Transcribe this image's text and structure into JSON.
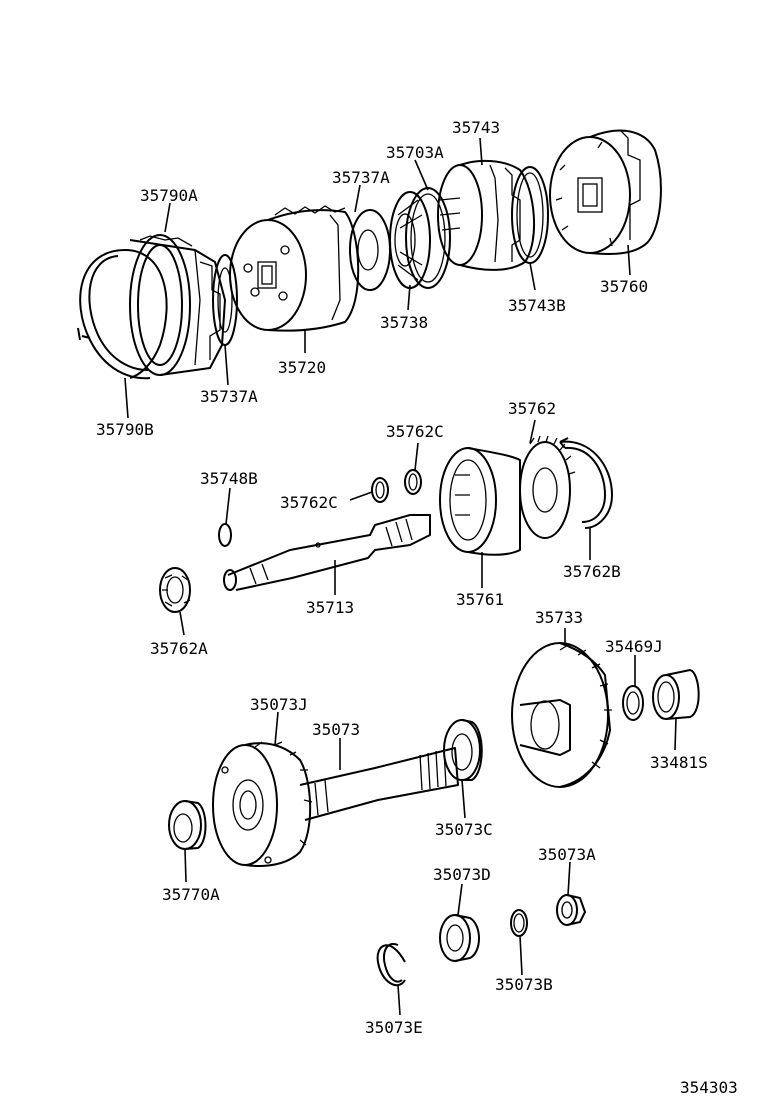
{
  "diagram_code": "354303",
  "parts": [
    {
      "id": "35790A",
      "label": "35790A"
    },
    {
      "id": "35737A-top",
      "label": "35737A"
    },
    {
      "id": "35703A",
      "label": "35703A"
    },
    {
      "id": "35743",
      "label": "35743"
    },
    {
      "id": "35760",
      "label": "35760"
    },
    {
      "id": "35743B",
      "label": "35743B"
    },
    {
      "id": "35738",
      "label": "35738"
    },
    {
      "id": "35720",
      "label": "35720"
    },
    {
      "id": "35737A-bottom",
      "label": "35737A"
    },
    {
      "id": "35790B",
      "label": "35790B"
    },
    {
      "id": "35762",
      "label": "35762"
    },
    {
      "id": "35762C-top",
      "label": "35762C"
    },
    {
      "id": "35748B",
      "label": "35748B"
    },
    {
      "id": "35762C-left",
      "label": "35762C"
    },
    {
      "id": "35762B",
      "label": "35762B"
    },
    {
      "id": "35713",
      "label": "35713"
    },
    {
      "id": "35761",
      "label": "35761"
    },
    {
      "id": "35762A",
      "label": "35762A"
    },
    {
      "id": "35733",
      "label": "35733"
    },
    {
      "id": "35469J",
      "label": "35469J"
    },
    {
      "id": "35073J",
      "label": "35073J"
    },
    {
      "id": "35073",
      "label": "35073"
    },
    {
      "id": "33481S",
      "label": "33481S"
    },
    {
      "id": "35073C",
      "label": "35073C"
    },
    {
      "id": "35073A",
      "label": "35073A"
    },
    {
      "id": "35073D",
      "label": "35073D"
    },
    {
      "id": "35770A",
      "label": "35770A"
    },
    {
      "id": "35073B",
      "label": "35073B"
    },
    {
      "id": "35073E",
      "label": "35073E"
    }
  ]
}
